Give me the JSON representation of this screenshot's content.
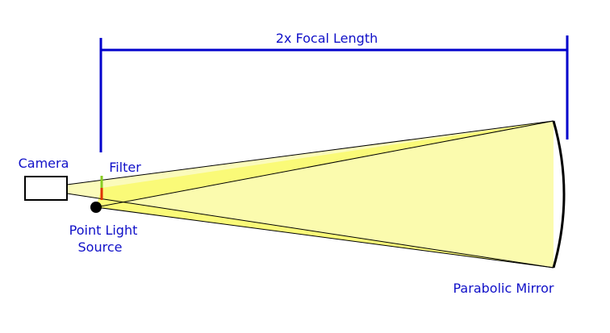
{
  "labels": {
    "focal_length": "2x Focal Length",
    "camera": "Camera",
    "filter": "Filter",
    "point_light_line1": "Point Light",
    "point_light_line2": "Source",
    "mirror": "Parabolic Mirror"
  },
  "colors": {
    "label_blue": "#1010c8",
    "dimension_blue": "#0000cc",
    "light_fill": "#fafa78",
    "light_fill_pale": "#fbfbb4",
    "filter_green": "#88cc22",
    "filter_red": "#dd3300",
    "black": "#000000"
  }
}
